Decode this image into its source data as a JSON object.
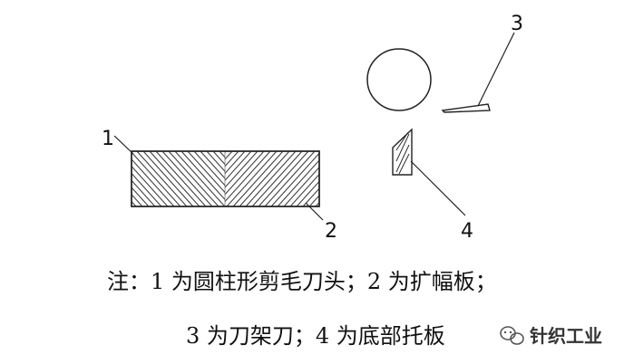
{
  "labels": {
    "one": "1",
    "two": "2",
    "three": "3",
    "four": "4"
  },
  "note": {
    "line1": "注：1 为圆柱形剪毛刀头；2 为扩幅板；",
    "line2": "3 为刀架刀；4 为底部托板"
  },
  "watermark": {
    "text": "针织工业",
    "icon": "wechat-icon"
  },
  "colors": {
    "line": "#222222",
    "text": "#111111"
  }
}
